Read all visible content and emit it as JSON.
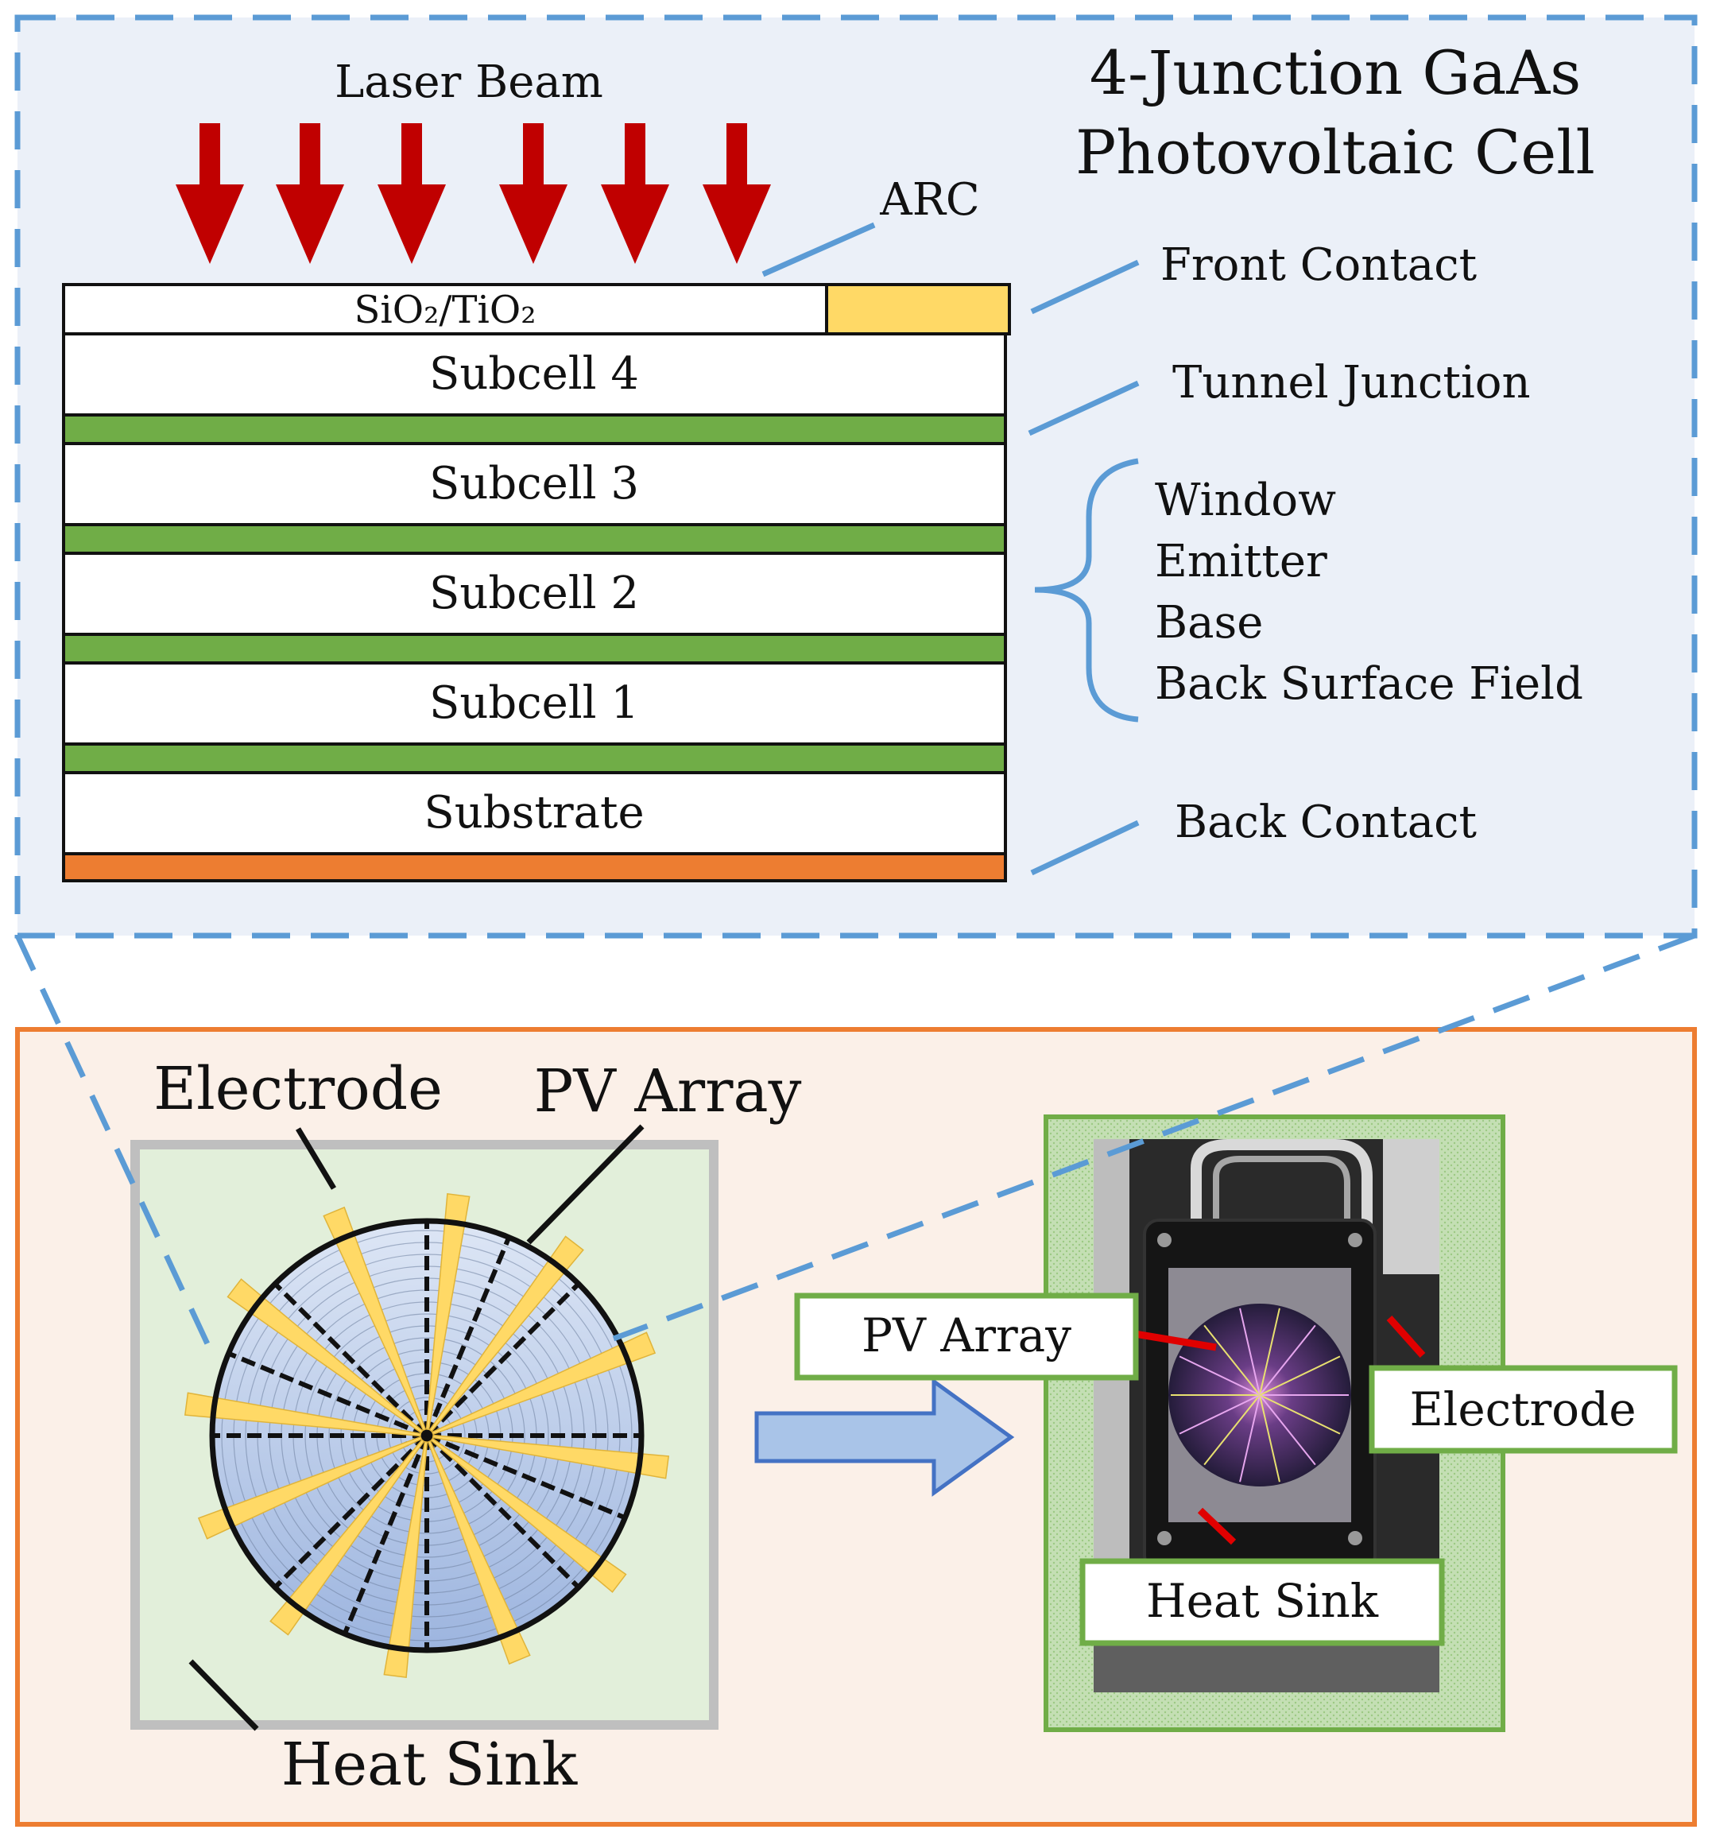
{
  "top_panel": {
    "title_line1": "4-Junction GaAs",
    "title_line2": "Photovoltaic Cell",
    "laser_label": "Laser Beam",
    "arc_label": "ARC",
    "arc_layer_label": "SiO₂/TiO₂",
    "layers": {
      "subcell4": "Subcell 4",
      "subcell3": "Subcell 3",
      "subcell2": "Subcell 2",
      "subcell1": "Subcell 1",
      "substrate": "Substrate"
    },
    "callouts": {
      "front_contact": "Front Contact",
      "tunnel_junction": "Tunnel Junction",
      "window": "Window",
      "emitter": "Emitter",
      "base": "Base",
      "bsf": "Back Surface Field",
      "back_contact": "Back Contact"
    },
    "colors": {
      "panel_bg": "#ebf0f8",
      "dash_border": "#5b9bd5",
      "arrow": "#c00000",
      "front_contact": "#ffd966",
      "tunnel_junction": "#70ad47",
      "back_contact": "#ed7d31"
    }
  },
  "bottom_panel": {
    "schematic_labels": {
      "electrode": "Electrode",
      "pv_array": "PV Array",
      "heat_sink": "Heat Sink"
    },
    "photo_labels": {
      "pv_array": "PV Array",
      "electrode": "Electrode",
      "heat_sink": "Heat Sink"
    },
    "colors": {
      "panel_bg": "#fbf0e8",
      "panel_border": "#ed7d31",
      "heat_sink_bg": "#e2efda",
      "heat_sink_border": "#bfbfbf",
      "disc": "#b4c7e7",
      "electrode": "#ffd966",
      "arrow": "#a9c4e8",
      "label_border": "#70ad47"
    }
  }
}
